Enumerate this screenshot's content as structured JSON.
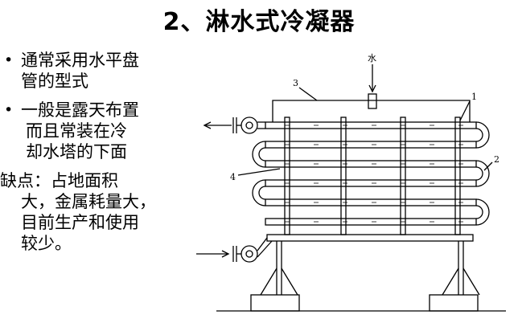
{
  "slide": {
    "title": "2、淋水式冷凝器",
    "bullets": [
      {
        "lines": [
          "通常采用水平盘",
          "管的型式"
        ]
      },
      {
        "lines": [
          "一般是露天布置",
          "而且常装在冷",
          "却水塔的下面"
        ]
      }
    ],
    "cons": {
      "lines": [
        "缺点：占地面积",
        "大，金属耗量大，",
        "目前生产和使用",
        "较少。"
      ]
    }
  },
  "diagram": {
    "labels": {
      "water": "水",
      "part1": "1",
      "part2": "2",
      "part3": "3",
      "part4": "4"
    }
  }
}
